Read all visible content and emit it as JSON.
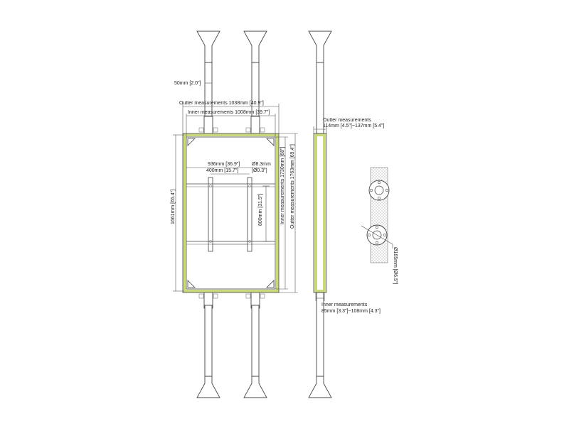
{
  "labels": {
    "pole_gap": "50mm [2.0\"]",
    "outer_width": "Outter measurements 1038mm [40.9\"]",
    "inner_width": "Inner measurements 1008mm [39.7\"]",
    "vesa_outer": "936mm [36.9\"]",
    "vesa_inner": "400mm [15.7\"]",
    "hole_dia_a": "Ø8.3mm",
    "hole_dia_b": "[Ø0.3\"]",
    "vesa_height": "800mm [31.5\"]",
    "total_height": "1661mm [65.4\"]",
    "inner_height": "Inner measurements 1730mm [68\"]",
    "outer_height": "Outter measurements 1763mm [69.4\"]",
    "side_outer_a": "Outter measurements",
    "side_outer_b": "114mm [4.5\"]~137mm [5.4\"]",
    "side_inner_a": "Inner measurements",
    "side_inner_b": "85mm [3.3\"]~108mm [4.3\"]",
    "flange_dia": "Ø165mm [Ø6.5\"]"
  },
  "colors": {
    "frame_accent": "#c8d87a",
    "line": "#444444",
    "texture": "#9a9a9a"
  }
}
